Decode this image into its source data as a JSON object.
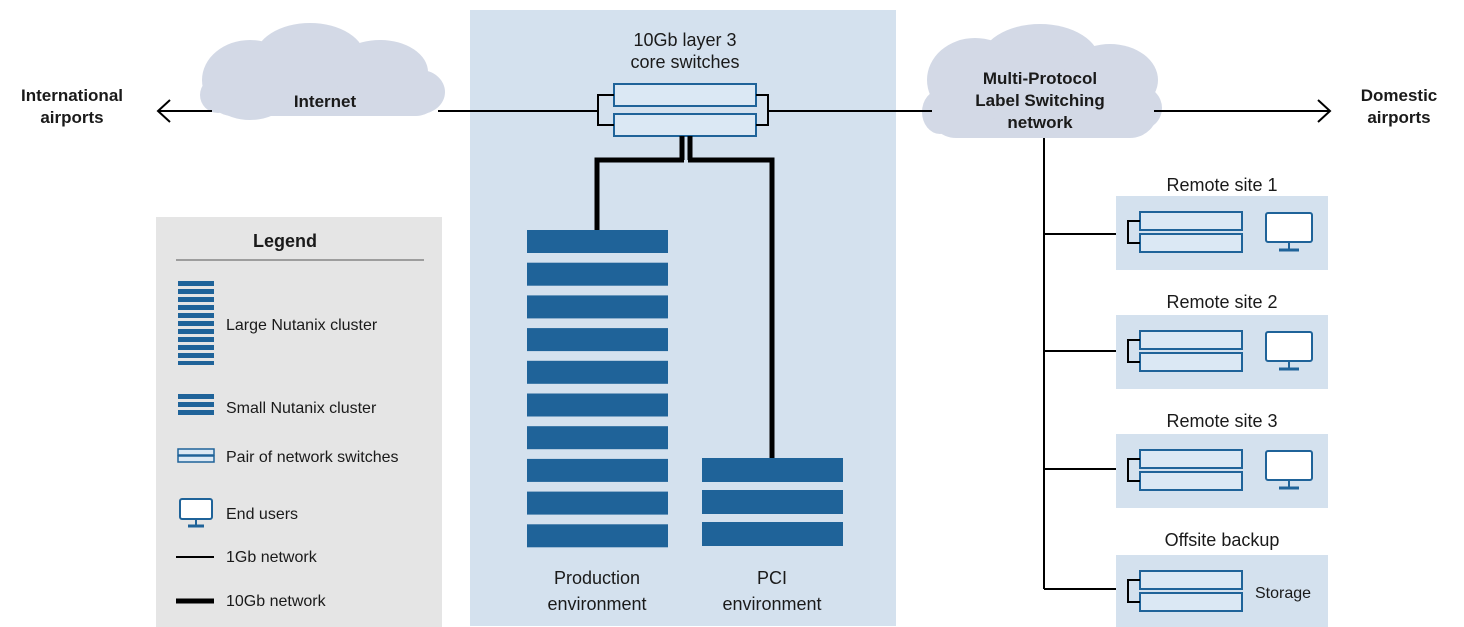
{
  "endpoints": {
    "international": [
      "International",
      "airports"
    ],
    "domestic": [
      "Domestic",
      "airports"
    ]
  },
  "clouds": {
    "internet": "Internet",
    "mpls": [
      "Multi-Protocol",
      "Label Switching",
      "network"
    ]
  },
  "core": {
    "title": [
      "10Gb layer 3",
      "core switches"
    ]
  },
  "environments": {
    "production": [
      "Production",
      "environment"
    ],
    "pci": [
      "PCI",
      "environment"
    ],
    "production_cluster_units": 10,
    "pci_cluster_units": 3
  },
  "remote_sites": [
    {
      "label": "Remote site 1",
      "device": "monitor"
    },
    {
      "label": "Remote site 2",
      "device": "monitor"
    },
    {
      "label": "Remote site 3",
      "device": "monitor"
    },
    {
      "label": "Offsite backup",
      "device": "storage",
      "device_label": "Storage"
    }
  ],
  "legend": {
    "title": "Legend",
    "items": [
      {
        "icon": "large-cluster-icon",
        "label": "Large Nutanix cluster"
      },
      {
        "icon": "small-cluster-icon",
        "label": "Small Nutanix cluster"
      },
      {
        "icon": "switch-pair-icon",
        "label": "Pair of network switches"
      },
      {
        "icon": "monitor-icon",
        "label": "End users"
      },
      {
        "icon": "thin-line-icon",
        "label": "1Gb network"
      },
      {
        "icon": "thick-line-icon",
        "label": "10Gb network"
      }
    ]
  },
  "colors": {
    "cluster_blue": "#1f6399",
    "switch_fill": "#dbe8f4",
    "panel_blue": "#d4e1ee",
    "cloud": "#d3d9e6",
    "legend_bg": "#e5e5e5",
    "line": "#000000"
  }
}
